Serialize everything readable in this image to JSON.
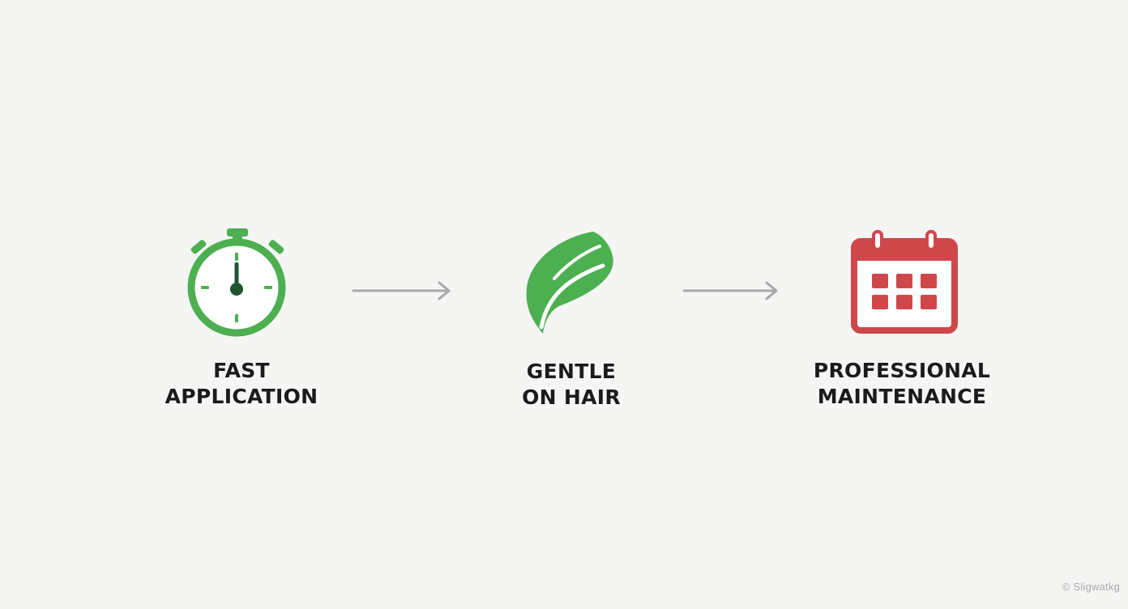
{
  "colors": {
    "background": "#f5f5f4",
    "green": "#4caf50",
    "dark_green": "#1e5631",
    "red": "#d0474b",
    "arrow_gray": "#a9a9a9",
    "text": "#1b1b1b"
  },
  "steps": [
    {
      "icon": "stopwatch-icon",
      "line1": "FAST",
      "line2": "APPLICATION"
    },
    {
      "icon": "leaf-icon",
      "line1": "GENTLE",
      "line2": "ON HAIR"
    },
    {
      "icon": "calendar-icon",
      "line1": "PROFESSIONAL",
      "line2": "MAINTENANCE"
    }
  ],
  "watermark": "© Sligwatkg"
}
